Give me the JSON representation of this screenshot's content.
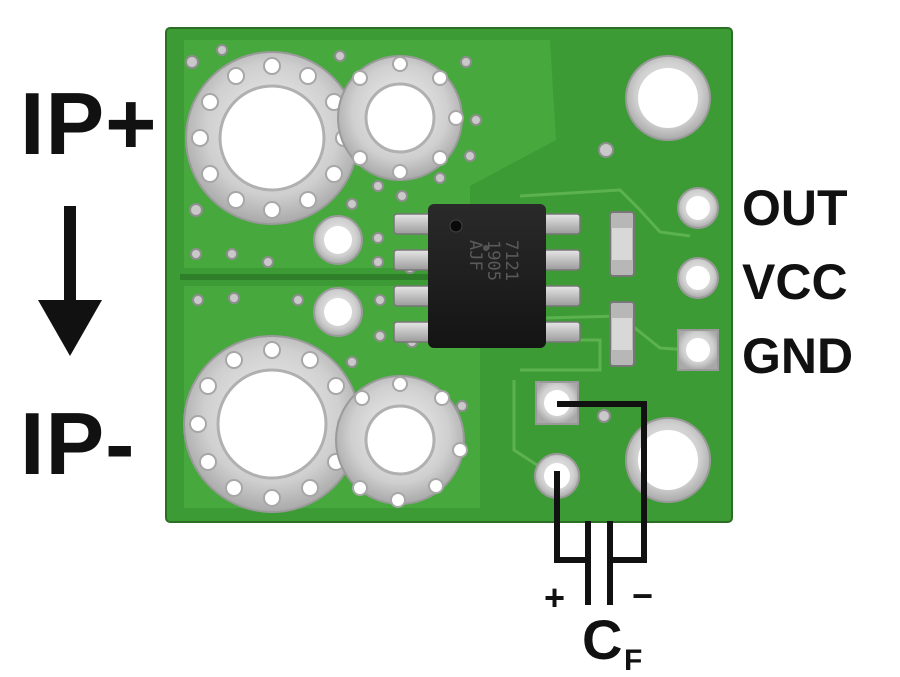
{
  "labels": {
    "ip_plus": "IP+",
    "ip_minus": "IP-",
    "out": "OUT",
    "vcc": "VCC",
    "gnd": "GND",
    "cap_plus": "+",
    "cap_minus": "−",
    "cf_main": "C",
    "cf_sub": "F"
  },
  "chip_marking": {
    "line1": "7121",
    "line2": "1905",
    "line3": "AJF"
  },
  "colors": {
    "pcb_green": "#3d9b35",
    "pcb_dark_green": "#2f7f2a",
    "pad_silver": "#d4d4d4",
    "chip_black": "#1b1b1b",
    "wire_black": "#111111"
  }
}
